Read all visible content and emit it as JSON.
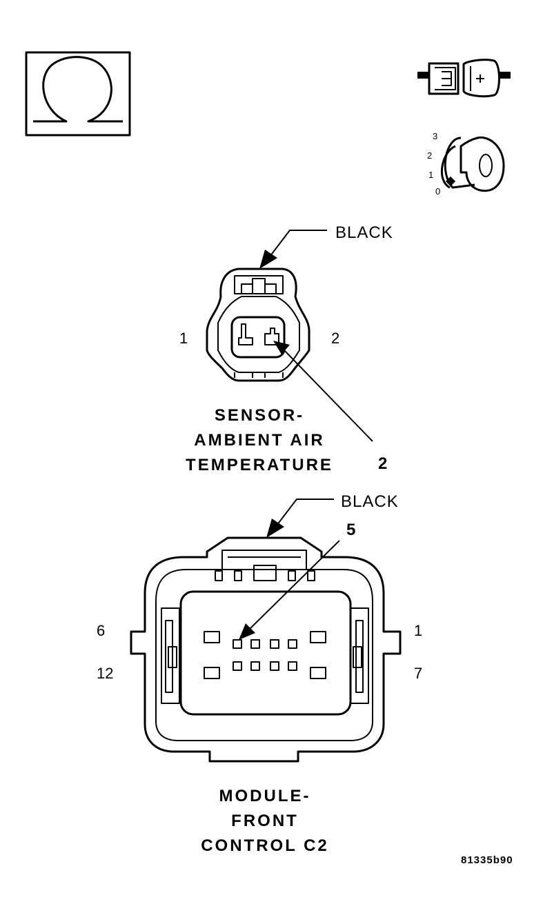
{
  "icons": {
    "ohmmeter": "ohm-symbol-icon",
    "connector_disconnect": "disconnected-connector-icon",
    "ignition": "ignition-key-icon"
  },
  "ignition_positions": [
    "3",
    "2",
    "1",
    "0"
  ],
  "sensor_connector": {
    "color_label": "BLACK",
    "pin_left": "1",
    "pin_right": "2",
    "callout": "2",
    "title_lines": [
      "SENSOR-",
      "AMBIENT AIR",
      "TEMPERATURE"
    ]
  },
  "module_connector": {
    "color_label": "BLACK",
    "callout": "5",
    "pin_top_left": "6",
    "pin_bottom_left": "12",
    "pin_top_right": "1",
    "pin_bottom_right": "7",
    "title_lines": [
      "MODULE-",
      "FRONT",
      "CONTROL C2"
    ]
  },
  "reference_code": "81335b90"
}
